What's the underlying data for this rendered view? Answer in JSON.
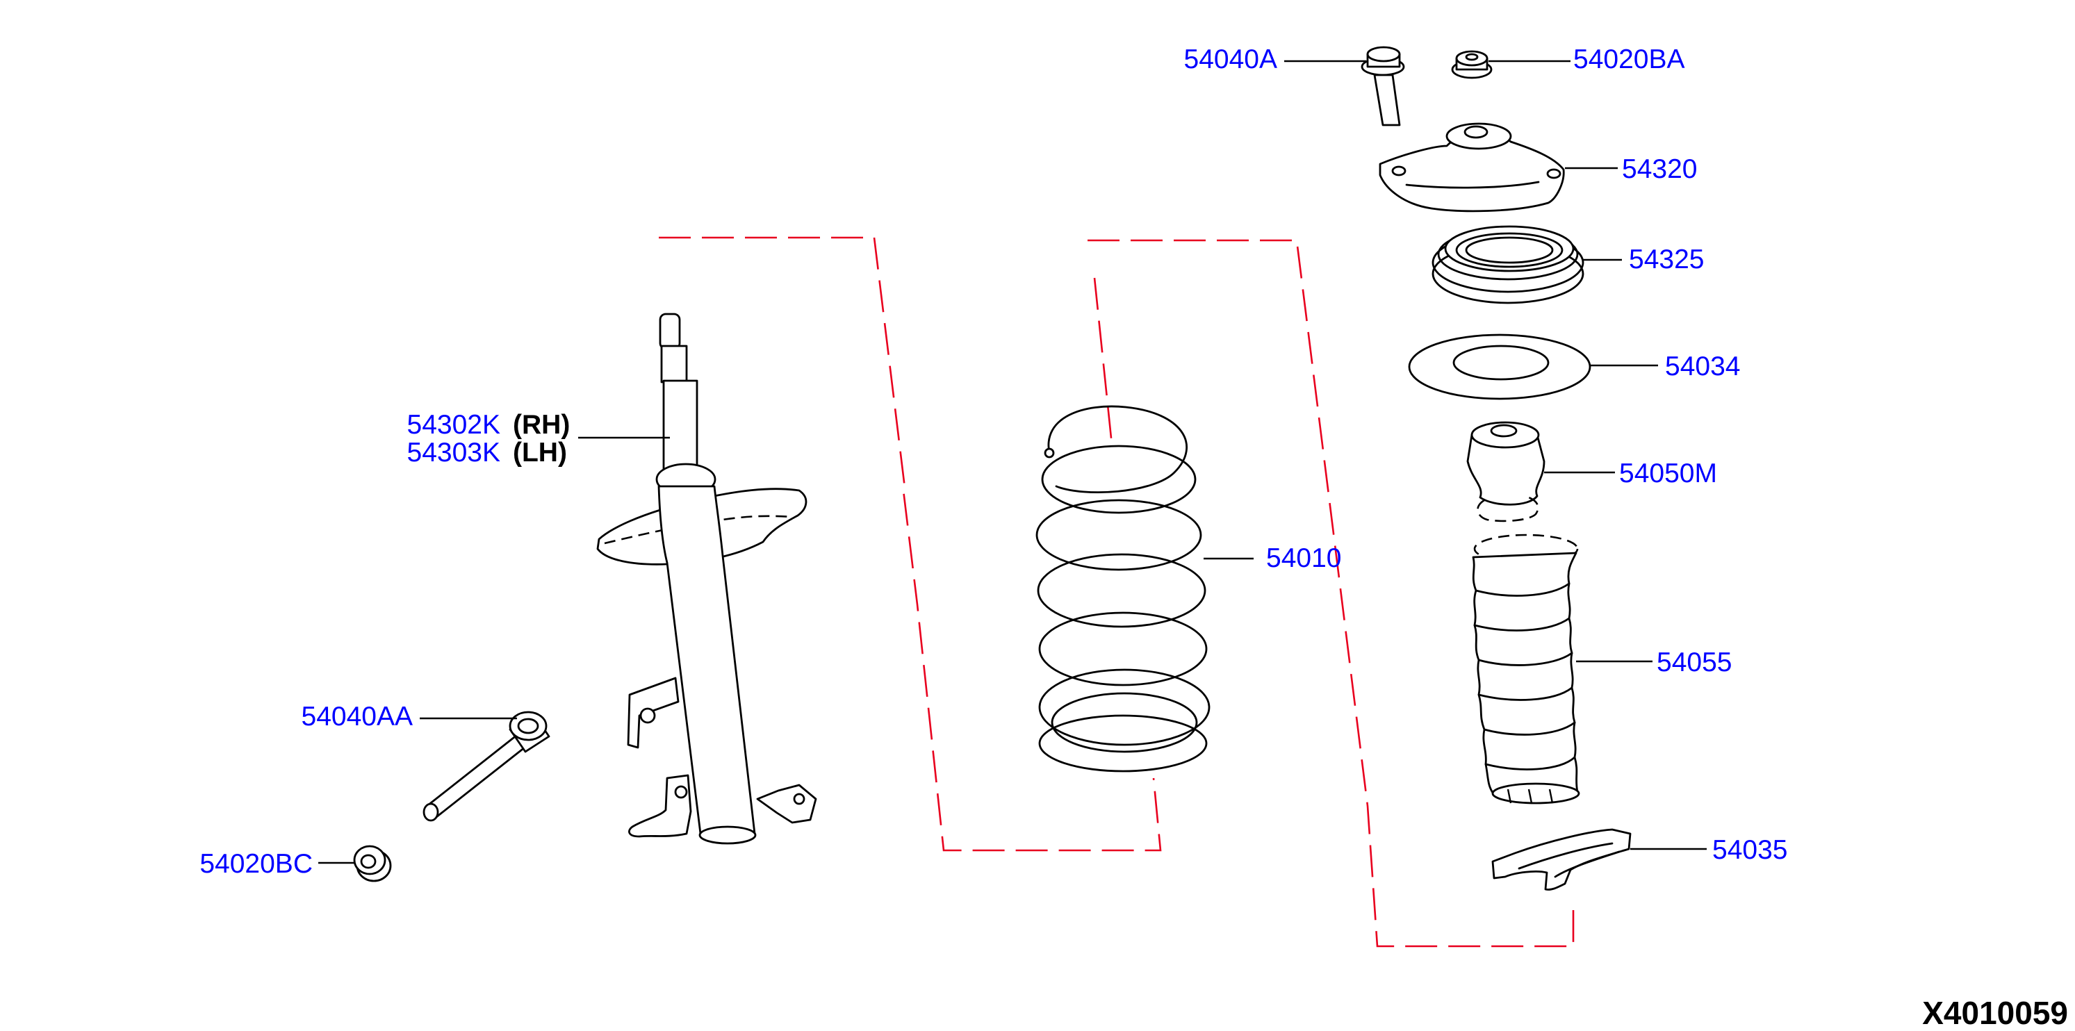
{
  "diagram_id": "X4010059",
  "colors": {
    "part_number": "#0000ff",
    "leader": "#000000",
    "exploded_guide": "#e8001e",
    "text": "#000000"
  },
  "parts": [
    {
      "key": "54040A",
      "label": "54040A",
      "component": "bolt-icon"
    },
    {
      "key": "54020BA",
      "label": "54020BA",
      "component": "nut-icon"
    },
    {
      "key": "54320",
      "label": "54320",
      "component": "strut-mount-icon"
    },
    {
      "key": "54325",
      "label": "54325",
      "component": "bearing-icon"
    },
    {
      "key": "54034",
      "label": "54034",
      "component": "spring-seat-icon"
    },
    {
      "key": "54050M",
      "label": "54050M",
      "component": "bump-stop-icon"
    },
    {
      "key": "54055",
      "label": "54055",
      "component": "dust-boot-icon"
    },
    {
      "key": "54035",
      "label": "54035",
      "component": "clip-icon"
    },
    {
      "key": "54010",
      "label": "54010",
      "component": "coil-spring-icon"
    },
    {
      "key": "54302K",
      "label": "54302K",
      "side": "(RH)",
      "component": "strut-icon"
    },
    {
      "key": "54303K",
      "label": "54303K",
      "side": "(LH)",
      "component": "strut-icon"
    },
    {
      "key": "54040AA",
      "label": "54040AA",
      "component": "cam-bolt-icon"
    },
    {
      "key": "54020BC",
      "label": "54020BC",
      "component": "nut-icon"
    }
  ]
}
